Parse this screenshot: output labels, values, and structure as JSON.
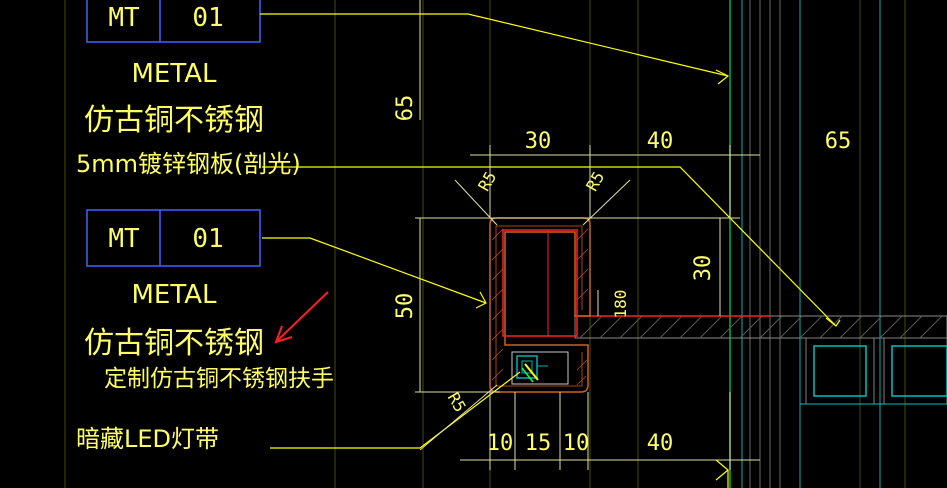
{
  "colors": {
    "background": "#000000",
    "text": "#ffff66",
    "leader": "#ffff00",
    "tag_box": "#3a66ff",
    "grid": "#3b3b00",
    "cyan": "#00d0d0",
    "green": "#00c060",
    "red": "#ff2020",
    "hatch_orange": "#c86420",
    "hatch_gray": "#808080",
    "arrow_red": "#ff2020"
  },
  "tags": [
    {
      "code": "MT",
      "number": "01"
    },
    {
      "code": "MT",
      "number": "01"
    }
  ],
  "notes": {
    "metal_1": "METAL",
    "name_1": "仿古铜不锈钢",
    "spec_1": "5mm镀锌钢板(剖光)",
    "metal_2": "METAL",
    "name_2": "仿古铜不锈钢",
    "spec_2": "定制仿古铜不锈钢扶手",
    "led": "暗藏LED灯带"
  },
  "dimensions": {
    "d65_vertical": "65",
    "d30_top": "30",
    "d40_top": "40",
    "d65_right": "65",
    "r5_a": "R5",
    "r5_b": "R5",
    "d30_right": "30",
    "d50_left": "50",
    "d180": "180",
    "r5_c": "R5",
    "d10_a": "10",
    "d15": "15",
    "d10_b": "10",
    "d40_bottom": "40"
  }
}
